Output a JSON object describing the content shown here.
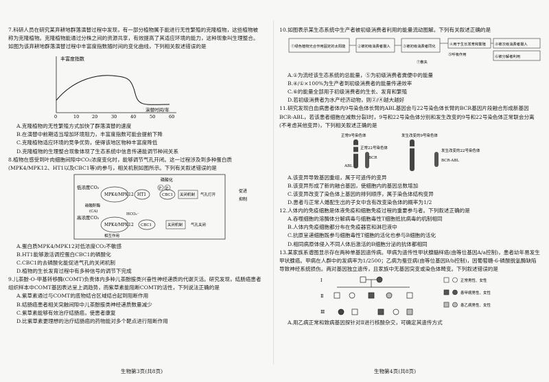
{
  "left": {
    "q7": {
      "stem": "7.科研人员在研究某弃耕地群落演替过程中发现，有一部分植物属于能进行无性繁殖的克隆植物，这些植物被称为克隆植物。克隆植物能通过分株之间的资源共享，有效提高了其适应环境的能力，这种现象叫生理整合。如图为该弃耕地群落演替过程中丰富度指数随时间的变化曲线，下列相关叙述错误的是",
      "chart_ylabel": "丰富度指数",
      "chart_xlabel": "演替时间/年",
      "chart_ticks": [
        "0",
        "10",
        "20",
        "30",
        "40",
        "50",
        "60"
      ],
      "options": [
        "A.克隆植物的无性繁殖方式加快了群落演替的速度",
        "B.在演替中前期适当增加环境阻力，丰富度指数可能会提前下降",
        "C.克隆植物适应环境的竞争优势，使得该地区物种丰富度降低",
        "D.克隆植物的生理整合现象体现了生态系统中信息传递能调节种间关系"
      ]
    },
    "q8": {
      "stem": "8.植物在感受到叶肉细胞间隙中CO₂浓度变化时，能够调节气孔开闭。这一过程涉及到多种蛋白质(MPK4/MPK12、HT1以及CBC1等)的参与，相关机制如图所示。下列有关叙述错误的是",
      "diagram": {
        "low_co2": "低浓度CO₂",
        "mpk": "MPK4/MPK12",
        "ht1": "HT1",
        "phos": "磷酸化",
        "p": "P",
        "cbc1": "CBC1",
        "channel": "关闭机制",
        "stoma_open": "气孔打开",
        "promote": "促进",
        "inhibit": "抑制",
        "ca": "碳酸酐酶",
        "ca_abbr": "(CA)",
        "high_co2": "高浓度CO₂",
        "hco3": "HCO₃⁻",
        "interaction": "相互作用",
        "stoma_close": "气孔关闭"
      },
      "options": [
        "A.蛋白质MPK4/MPK12对低浓度CO₂不敏感",
        "B.HT1能够激活调控蛋白CBC1的磷酸化",
        "C.CBC1的去磷酸化能促进气孔的关闭机制",
        "D.植物的生长发育过程中有多种信号的调节下完成"
      ]
    },
    "q9": {
      "stem": "9.儿茶酚-O-甲基转移酶(COMT)负责体内多种儿茶酚胺类兴奋性神经递质的代谢灭活。研究发现，结肠癌患者组织样本中COMT基因表达呈上调趋势，而紫草素能阻断COMT的活性，下列说法正确的是",
      "options": [
        "A.紫草素通过与COMT的底物结合区域结合起到阻断作用",
        "B.结肠癌患者相关突触间隙中儿茶酚胺类神经递质数量减少",
        "C.紫草素能够有效治疗结肠癌，使患者康复",
        "D.比紫草素更理想的治疗结肠癌的药物能对多个靶点进行阻断作用"
      ]
    },
    "footer": "生物第3页(共8页)"
  },
  "right": {
    "q10": {
      "stem": "10.如图表示某生态系统中生产者被初级消费者利用的能量流动图解。下列有关叙述正确的是",
      "boxes": [
        "①绿色植物光合作用固定的太阳能",
        "②被初级消费者摄入",
        "③被初级消费者同化",
        "④用于生长发育和繁殖",
        "⑤呼吸作用",
        "⑥被分解者利用",
        "⑦散失",
        "⑧被次级消费者摄入"
      ],
      "options": [
        "A.①为流经该生态系统的总能量，⑤为初级消费者粪便中的能量",
        "B.④/①×100%为生产者到初级消费者的能量传递效率",
        "C.⑥的能量全部用于初级消费者的生长、发育和繁殖",
        "D.若初级消费者为水产经济动物，则②/④越大越好"
      ]
    },
    "q11": {
      "stem": "11.研究发现白血病患者体内9号染色体长臂的ABL基因会与22号染色体长臂的BCR基因片段融合形成新基因BCR-ABL，若该患者细胞在减数分裂Ⅰ时，9号和22号染色体分别和发生改变的9号和22号染色体正常联会分离(不考虑其他变异)，下列相关叙述正确的是",
      "diagram": {
        "normal_label": "正常9号染色体",
        "normal22": "正常22号染色体",
        "bcr": "BCR",
        "abl": "ABL",
        "changed_label": "发生改变的9号染色体",
        "changed22": "发生改变的22号染色体",
        "fusion": "BCR-ABL"
      },
      "options": [
        "A.该变异导致基因重组，属于可遗传的变异",
        "B.该变异形成了新的融合基因，使细胞内的基因总数增加",
        "C.该变异改变了染色体上基因的排列顺序，属于染色体结构变异",
        "D.患者与正常人婚配生出的子女中含有改变染色体的概率为1/2"
      ]
    },
    "q12": {
      "stem": "12.人体内的免疫细胞是体液免疫和细胞免疫过程的重要参与者。下列叙述正确的是",
      "options": [
        "A.吞噬细胞的溶酶体分解病毒与细胞毒性T细胞抵抗病毒的机制相同",
        "B.人体内免疫细胞都分布在免疫器官和淋巴液中",
        "C.抗原呈递细胞既参与细胞毒性T细胞的活化也参与B细胞的活化",
        "D.相同病原体侵入不同人体后激活的B细胞分泌的抗体都相同"
      ]
    },
    "q13": {
      "stem": "13.某家族系谱图显示存在两种单基因遗传病。甲病为遗传性甲状腺髓样癌(由等位基因A/a控制)，患者幼年易发生甲状腺癌。甲病在人群中的发病率为1/2500；乙病为蚕豆病(由等位基因B/b控制)，因葡萄糖-6-磷酸脱氢酶缺陷导致神经系统损伤。两对基因独立遗传，且家族中无基因突变或染色体畸变。下列叙述错误的是",
      "legend": [
        "正常男性、女性",
        "患甲病男性、女性",
        "患乙病男性、女性"
      ],
      "gen": [
        "Ⅰ",
        "Ⅱ",
        "Ⅲ"
      ],
      "option_a": "A.用乙病正常和致病基因探针对Ⅱ进行核酸杂交，可确定其遗传方式"
    },
    "footer": "生物第4页(共8页)"
  }
}
